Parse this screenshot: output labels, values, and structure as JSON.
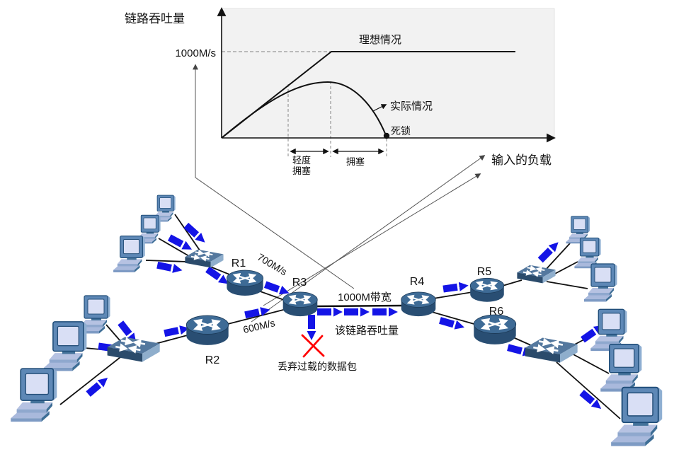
{
  "chart": {
    "y_axis_label": "链路吞吐量",
    "y_max_label": "1000M/s",
    "ideal_label": "理想情况",
    "actual_label": "实际情况",
    "deadlock_label": "死锁",
    "region_light_line1": "轻度",
    "region_light_line2": "拥塞",
    "region_congestion": "拥塞",
    "x_axis_label": "输入的负载"
  },
  "chart_data": {
    "type": "line",
    "title": "",
    "xlabel": "输入的负载",
    "ylabel": "链路吞吐量",
    "ylim": [
      0,
      1100
    ],
    "y_reference_label": "1000M/s",
    "y_reference_value": 1000,
    "grid": false,
    "legend_position": "inline-annotations",
    "series": [
      {
        "name": "理想情况",
        "x": [
          0,
          33,
          88
        ],
        "y": [
          0,
          1000,
          1000
        ]
      },
      {
        "name": "实际情况",
        "x": [
          0,
          8,
          16,
          24,
          30,
          33,
          38,
          43,
          47,
          49
        ],
        "y": [
          0,
          170,
          350,
          520,
          630,
          655,
          600,
          430,
          180,
          0
        ]
      }
    ],
    "annotations": [
      {
        "label": "轻度拥塞",
        "type": "x-range",
        "from": 20,
        "to": 33
      },
      {
        "label": "拥塞",
        "type": "x-range",
        "from": 33,
        "to": 49
      },
      {
        "label": "死锁",
        "type": "point",
        "x": 49,
        "y": 0
      }
    ]
  },
  "network": {
    "router_labels": {
      "r1": "R1",
      "r2": "R2",
      "r3": "R3",
      "r4": "R4",
      "r5": "R5",
      "r6": "R6"
    },
    "link_labels": {
      "r1_r3": "700M/s",
      "r2_r3": "600M/s",
      "r3_r4": "1000M带宽"
    },
    "annotations": {
      "link_throughput": "该链路吞吐量",
      "dropped_packets": "丢弃过载的数据包"
    }
  },
  "colors": {
    "packet": "#1414E6",
    "drop_cross": "#FF0000",
    "router_top": "#3E6B96",
    "router_body": "#294E73",
    "switch_top": "#54789E",
    "chart_bg": "#F2F2F2"
  }
}
